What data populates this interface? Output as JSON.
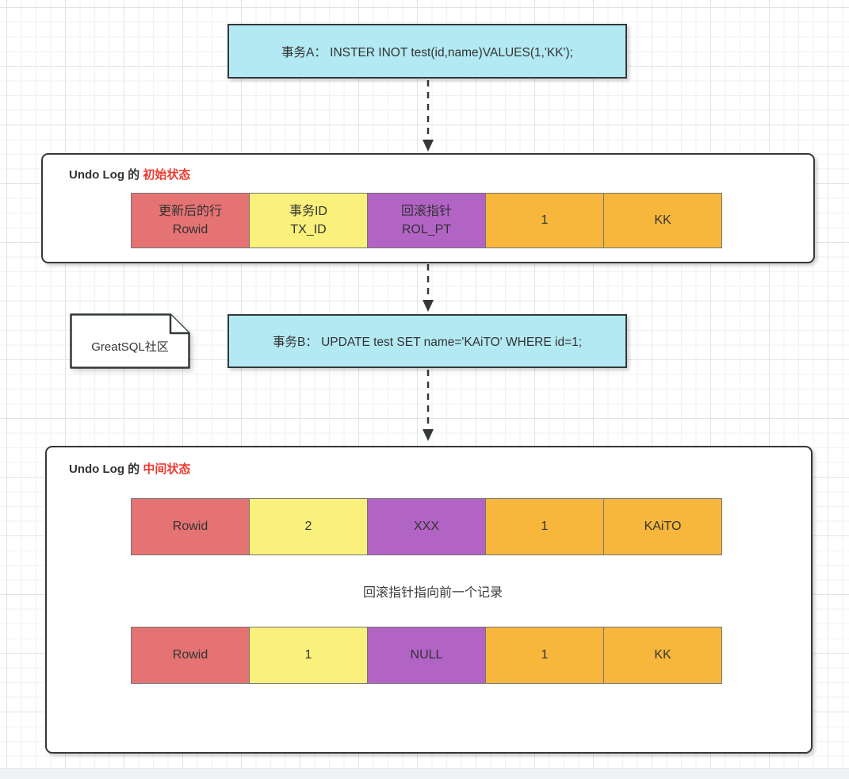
{
  "colors": {
    "stroke": "#33383b",
    "cyan": "#b3e9f2",
    "red": "#e57373",
    "yellow": "#faf17c",
    "purple": "#b264c5",
    "orange": "#f6b73c",
    "highlight_red": "#ee3a2f",
    "cell_border": "#757575",
    "text": "#333333",
    "grid_minor": "#f1f1f1",
    "grid_major": "#e3e3e3"
  },
  "boxes": {
    "transaction_a": "事务A： INSTER INOT test(id,name)VALUES(1,'KK');",
    "transaction_b": "事务B： UPDATE test SET name='KAiTO' WHERE id=1;",
    "note": "GreatSQL社区"
  },
  "sections": {
    "initial": {
      "title_prefix": "Undo Log 的 ",
      "title_highlight": "初始状态",
      "cells": [
        {
          "line1": "更新后的行",
          "line2": "Rowid"
        },
        {
          "line1": "事务ID",
          "line2": "TX_ID"
        },
        {
          "line1": "回滚指针",
          "line2": "ROL_PT"
        },
        {
          "line1": "1",
          "line2": ""
        },
        {
          "line1": "KK",
          "line2": ""
        }
      ]
    },
    "middle": {
      "title_prefix": "Undo Log 的 ",
      "title_highlight": "中间状态",
      "row_new": [
        "Rowid",
        "2",
        "XXX",
        "1",
        "KAiTO"
      ],
      "arrow_label": "回滚指针指向前一个记录",
      "row_old": [
        "Rowid",
        "1",
        "NULL",
        "1",
        "KK"
      ]
    }
  }
}
